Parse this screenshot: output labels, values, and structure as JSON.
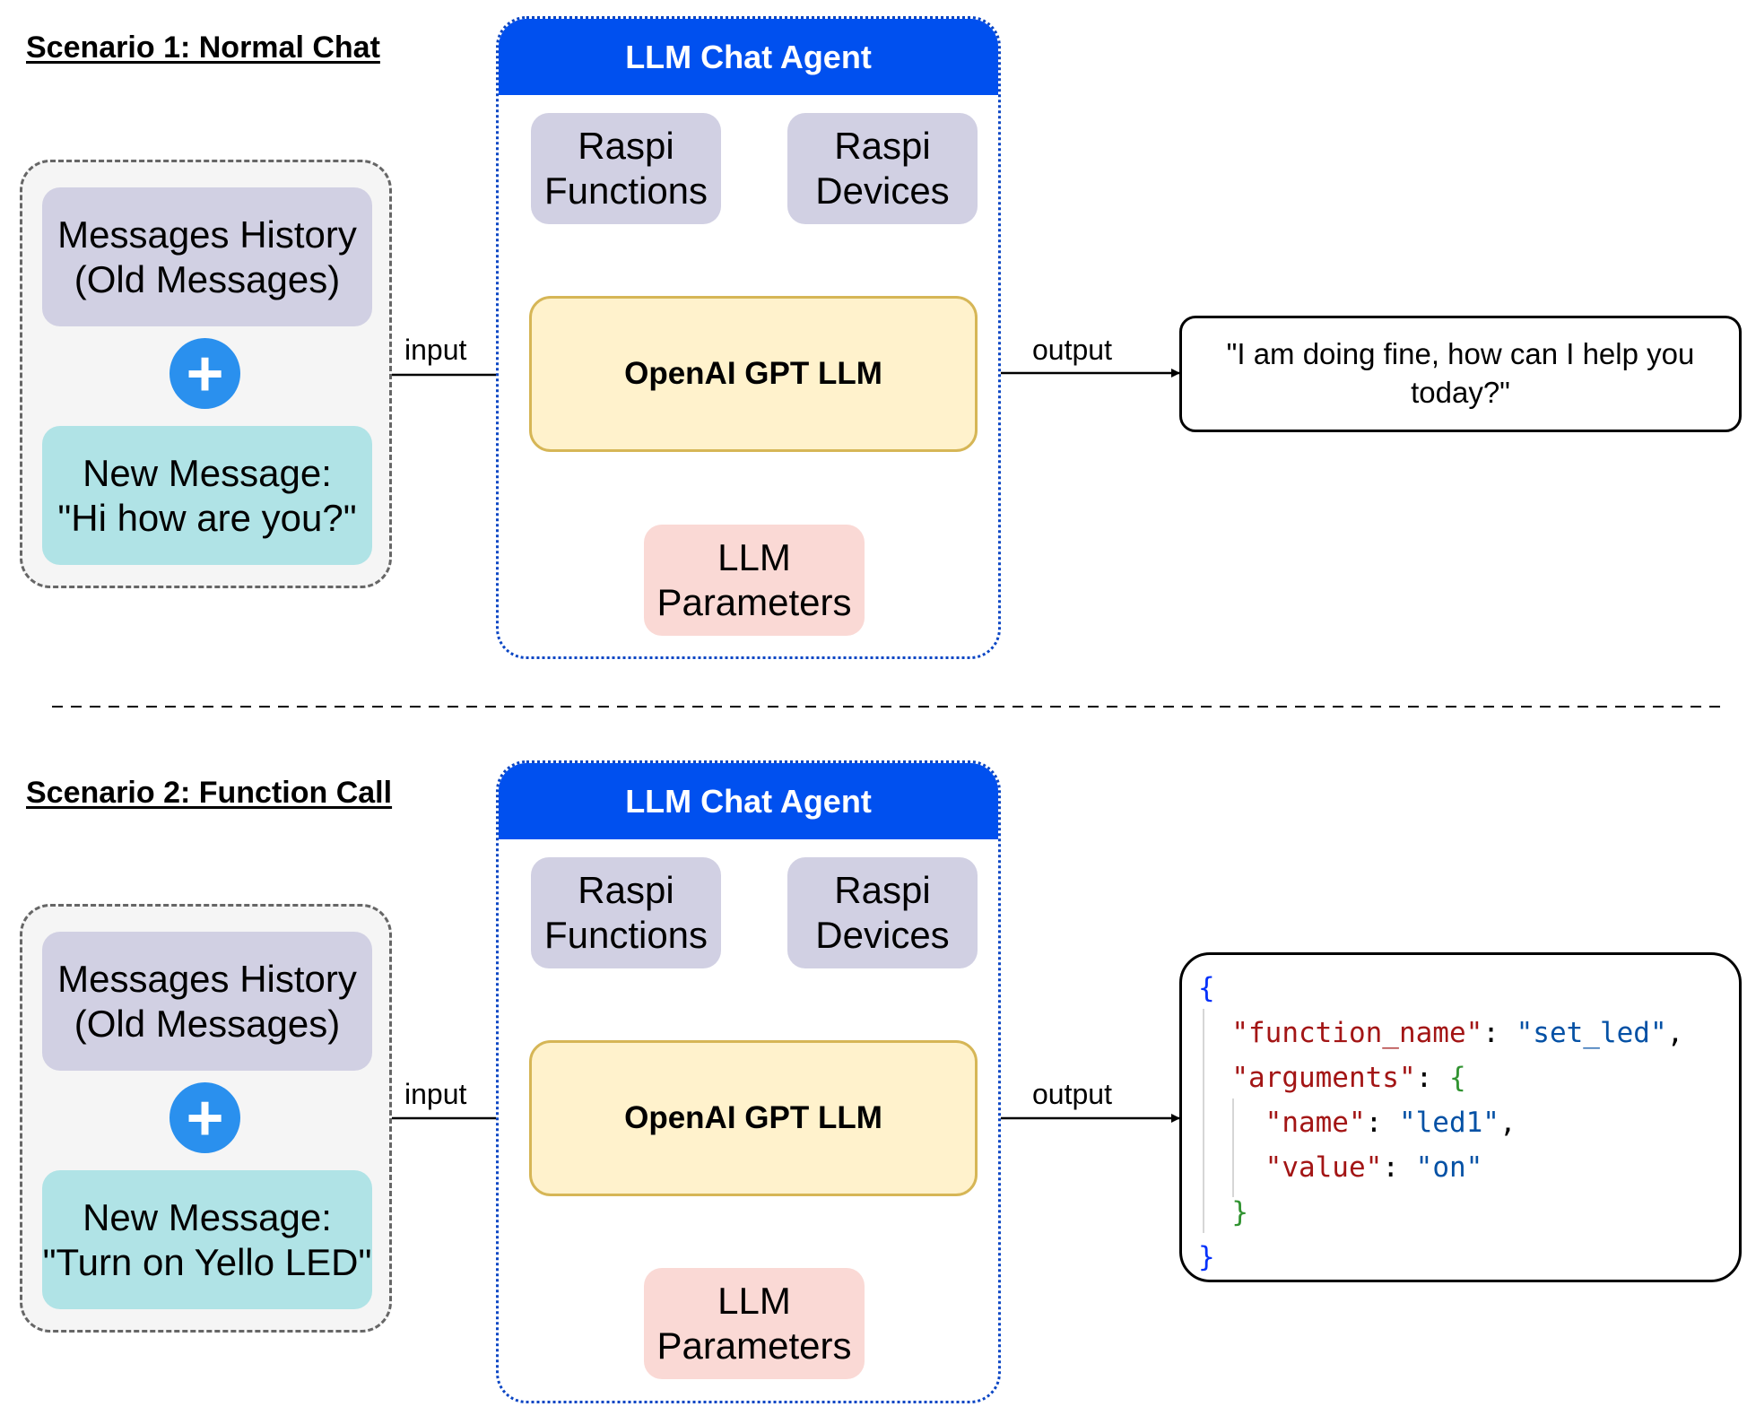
{
  "scenario1": {
    "title": "Scenario 1: Normal Chat",
    "history": "Messages History\n(Old Messages)",
    "plus": "+",
    "new_message": "New Message:\n\"Hi how are you?\"",
    "agent_title": "LLM Chat Agent",
    "raspi_functions": "Raspi\nFunctions",
    "raspi_devices": "Raspi\nDevices",
    "llm": "OpenAI GPT LLM",
    "llm_parameters": "LLM\nParameters",
    "input_label": "input",
    "output_label": "output",
    "output_text": "\"I am doing fine, how can I help you today?\""
  },
  "scenario2": {
    "title": "Scenario 2: Function Call",
    "history": "Messages History\n(Old Messages)",
    "plus": "+",
    "new_message": "New Message:\n\"Turn on Yello LED\"",
    "agent_title": "LLM Chat Agent",
    "raspi_functions": "Raspi\nFunctions",
    "raspi_devices": "Raspi\nDevices",
    "llm": "OpenAI GPT LLM",
    "llm_parameters": "LLM\nParameters",
    "input_label": "input",
    "output_label": "output",
    "output_json": {
      "open_brace": "{",
      "key_function_name": "\"function_name\"",
      "value_function_name": "\"set_led\"",
      "key_arguments": "\"arguments\"",
      "args_open": "{",
      "key_name": "\"name\"",
      "value_name": "\"led1\"",
      "key_value": "\"value\"",
      "value_value": "\"on\"",
      "args_close": "}",
      "close_brace": "}",
      "colon": ":",
      "comma": ","
    }
  },
  "colors": {
    "agent_header": "#0050ef",
    "llm_fill": "#fff2cc",
    "llm_border": "#d6b656",
    "purple_fill": "#d1d0e3",
    "teal_fill": "#b0e3e6",
    "pink_fill": "#fad9d5",
    "plus_fill": "#2a90ee"
  }
}
